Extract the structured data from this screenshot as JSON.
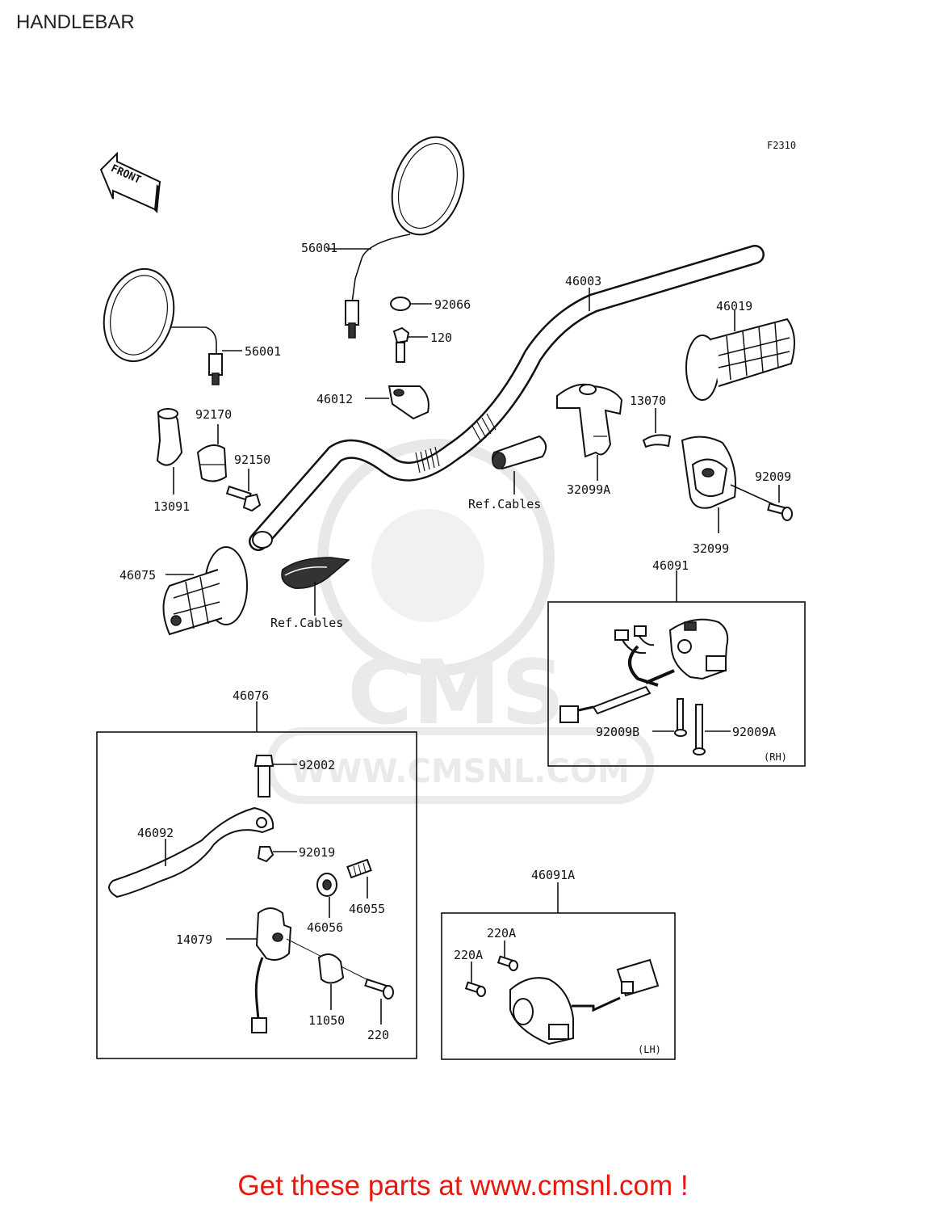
{
  "page_title": "HANDLEBAR",
  "figure_code": "F2310",
  "front_label": "FRONT",
  "watermark": {
    "brand": "CMS",
    "url": "WWW.CMSNL.COM"
  },
  "parts": {
    "mirror_upper": "56001",
    "mirror_left": "56001",
    "washer": "92066",
    "bolt_120": "120",
    "holder": "46012",
    "handlebar": "46003",
    "grip_right": "46019",
    "clamp_13091": "13091",
    "clamp_92170": "92170",
    "bolt_92150": "92150",
    "ref_cables_1": "Ref.Cables",
    "ref_cables_2": "Ref.Cables",
    "housing_32099a": "32099A",
    "spacer_13070": "13070",
    "housing_32099": "32099",
    "screw_92009": "92009",
    "grip_left": "46075",
    "switch_rh": "46091",
    "screw_92009b": "92009B",
    "screw_92009a": "92009A",
    "rh_tag": "(RH)",
    "lever_assy": "46076",
    "bolt_92002": "92002",
    "lever": "46092",
    "nut_92019": "92019",
    "adjuster_46055": "46055",
    "nut_46056": "46056",
    "bracket_14079": "14079",
    "clamp_11050": "11050",
    "screw_220": "220",
    "switch_lh": "46091A",
    "screw_220a_1": "220A",
    "screw_220a_2": "220A",
    "lh_tag": "(LH)"
  },
  "footer_text": "Get these parts at www.cmsnl.com !",
  "colors": {
    "footer": "#e8180c",
    "watermark": "#d9d9d9"
  }
}
